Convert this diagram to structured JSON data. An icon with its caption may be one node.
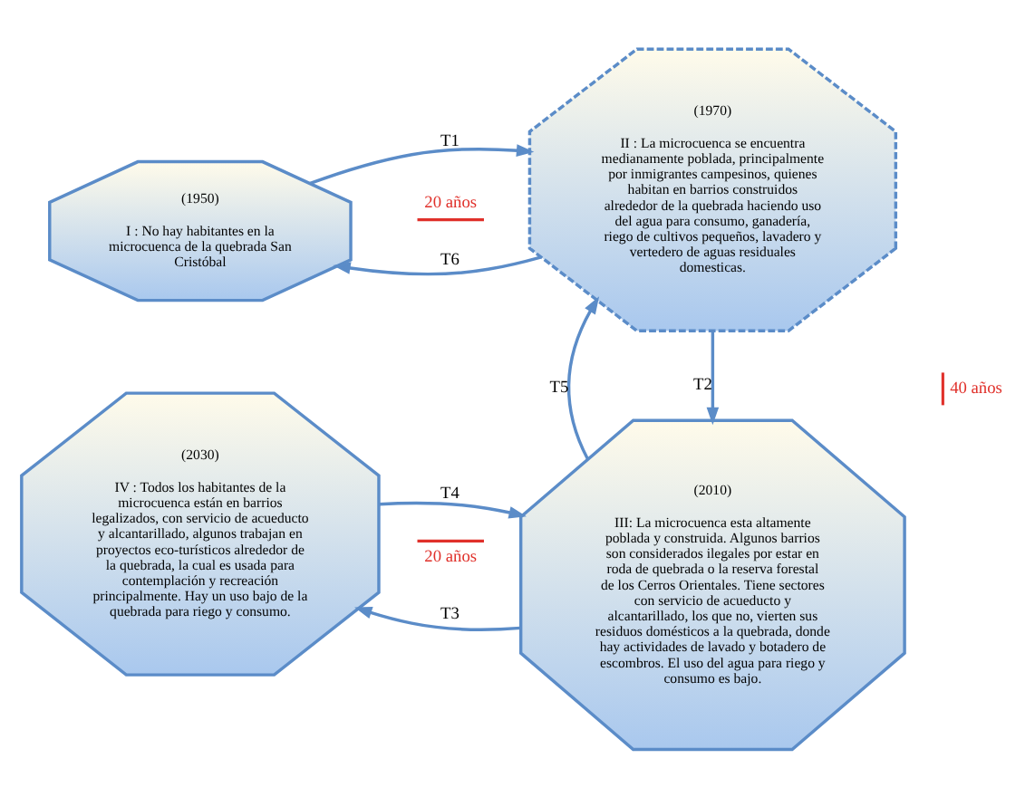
{
  "diagram": {
    "nodes": [
      {
        "text": [
          "(1950)",
          "I : No hay habitantes en la microcuenca de la quebrada San Cristóbal"
        ]
      },
      {
        "text": [
          "(1970)",
          "II : La microcuenca se encuentra medianamente poblada, principalmente por inmigrantes campesinos, quienes habitan en barrios construidos alrededor de la quebrada haciendo uso del agua para consumo, ganadería, riego de cultivos pequeños, lavadero y vertedero de aguas residuales domesticas."
        ]
      },
      {
        "text": [
          "(2030)",
          "IV : Todos los habitantes de la microcuenca están en barrios legalizados, con servicio de acueducto y alcantarillado, algunos trabajan en proyectos eco-turísticos alrededor de la quebrada, la cual es usada para contemplación y recreación principalmente. Hay un uso bajo de la quebrada para riego y consumo."
        ]
      },
      {
        "text": [
          "(2010)",
          "III: La microcuenca esta altamente poblada y construida. Algunos barrios son considerados ilegales por estar en roda de quebrada o la reserva forestal de los Cerros Orientales. Tiene sectores con servicio de acueducto y alcantarillado, los que no, vierten sus residuos domésticos a la quebrada, donde hay actividades de lavado y botadero de escombros. El uso del agua para riego y consumo es bajo."
        ]
      }
    ],
    "edges": [
      {
        "from": 0,
        "to": 1,
        "arrow": "to",
        "label": "T1"
      },
      {
        "from": 1,
        "to": 0,
        "arrow": "to",
        "label": "T6"
      },
      {
        "from": 1,
        "to": 3,
        "arrow": "to",
        "label": "T2"
      },
      {
        "from": 3,
        "to": 1,
        "arrow": "to",
        "label": "T5"
      },
      {
        "from": 2,
        "to": 3,
        "arrow": "to",
        "label": "T4"
      },
      {
        "from": 3,
        "to": 2,
        "arrow": "to",
        "label": "T3"
      }
    ],
    "labels": [
      "20 años",
      "40 años",
      "20 años"
    ]
  }
}
